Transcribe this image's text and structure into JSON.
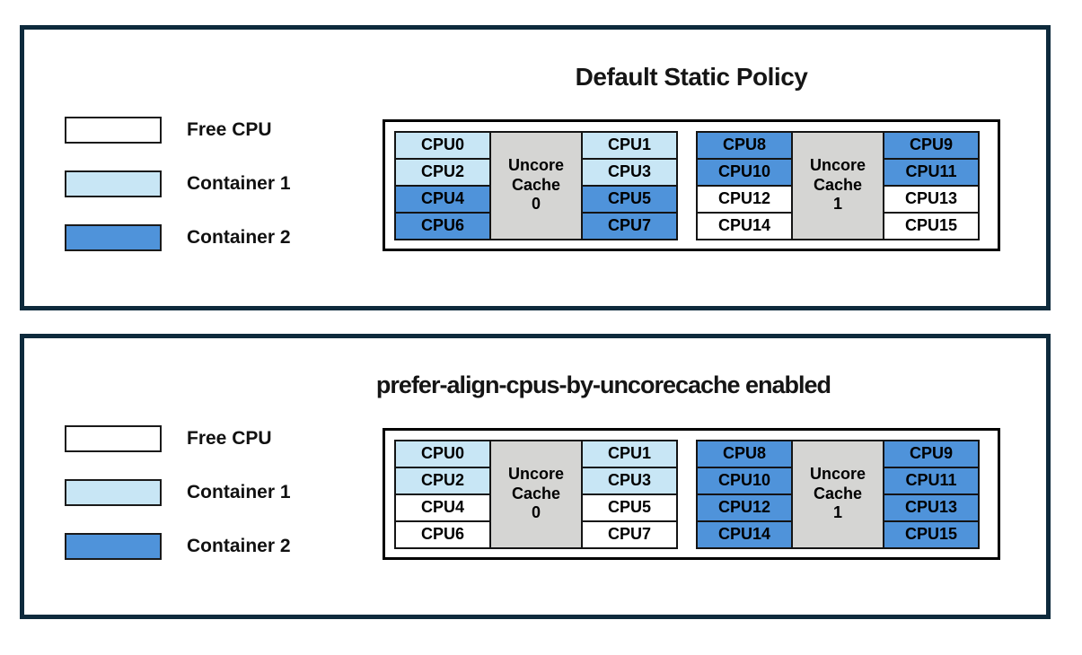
{
  "colors": {
    "free_cpu": "#ffffff",
    "container1": "#c8e6f5",
    "container2": "#4f93da",
    "uncore_cache_gray": "#d5d5d3",
    "panel_frame_navy": "#0e2a3c",
    "cell_border_black": "#141414"
  },
  "legend": {
    "items": [
      {
        "label": "Free CPU",
        "fill": "free"
      },
      {
        "label": "Container 1",
        "fill": "container1"
      },
      {
        "label": "Container 2",
        "fill": "container2"
      }
    ]
  },
  "panels": [
    {
      "title": "Default Static Policy",
      "groups": [
        {
          "cache": {
            "line1": "Uncore",
            "line2": "Cache",
            "line3": "0"
          },
          "left": [
            {
              "label": "CPU0",
              "fill": "container1"
            },
            {
              "label": "CPU2",
              "fill": "container1"
            },
            {
              "label": "CPU4",
              "fill": "container2"
            },
            {
              "label": "CPU6",
              "fill": "container2"
            }
          ],
          "right": [
            {
              "label": "CPU1",
              "fill": "container1"
            },
            {
              "label": "CPU3",
              "fill": "container1"
            },
            {
              "label": "CPU5",
              "fill": "container2"
            },
            {
              "label": "CPU7",
              "fill": "container2"
            }
          ]
        },
        {
          "cache": {
            "line1": "Uncore",
            "line2": "Cache",
            "line3": "1"
          },
          "left": [
            {
              "label": "CPU8",
              "fill": "container2"
            },
            {
              "label": "CPU10",
              "fill": "container2"
            },
            {
              "label": "CPU12",
              "fill": "free"
            },
            {
              "label": "CPU14",
              "fill": "free"
            }
          ],
          "right": [
            {
              "label": "CPU9",
              "fill": "container2"
            },
            {
              "label": "CPU11",
              "fill": "container2"
            },
            {
              "label": "CPU13",
              "fill": "free"
            },
            {
              "label": "CPU15",
              "fill": "free"
            }
          ]
        }
      ]
    },
    {
      "title": "prefer-align-cpus-by-uncorecache enabled",
      "groups": [
        {
          "cache": {
            "line1": "Uncore",
            "line2": "Cache",
            "line3": "0"
          },
          "left": [
            {
              "label": "CPU0",
              "fill": "container1"
            },
            {
              "label": "CPU2",
              "fill": "container1"
            },
            {
              "label": "CPU4",
              "fill": "free"
            },
            {
              "label": "CPU6",
              "fill": "free"
            }
          ],
          "right": [
            {
              "label": "CPU1",
              "fill": "container1"
            },
            {
              "label": "CPU3",
              "fill": "container1"
            },
            {
              "label": "CPU5",
              "fill": "free"
            },
            {
              "label": "CPU7",
              "fill": "free"
            }
          ]
        },
        {
          "cache": {
            "line1": "Uncore",
            "line2": "Cache",
            "line3": "1"
          },
          "left": [
            {
              "label": "CPU8",
              "fill": "container2"
            },
            {
              "label": "CPU10",
              "fill": "container2"
            },
            {
              "label": "CPU12",
              "fill": "container2"
            },
            {
              "label": "CPU14",
              "fill": "container2"
            }
          ],
          "right": [
            {
              "label": "CPU9",
              "fill": "container2"
            },
            {
              "label": "CPU11",
              "fill": "container2"
            },
            {
              "label": "CPU13",
              "fill": "container2"
            },
            {
              "label": "CPU15",
              "fill": "container2"
            }
          ]
        }
      ]
    }
  ]
}
